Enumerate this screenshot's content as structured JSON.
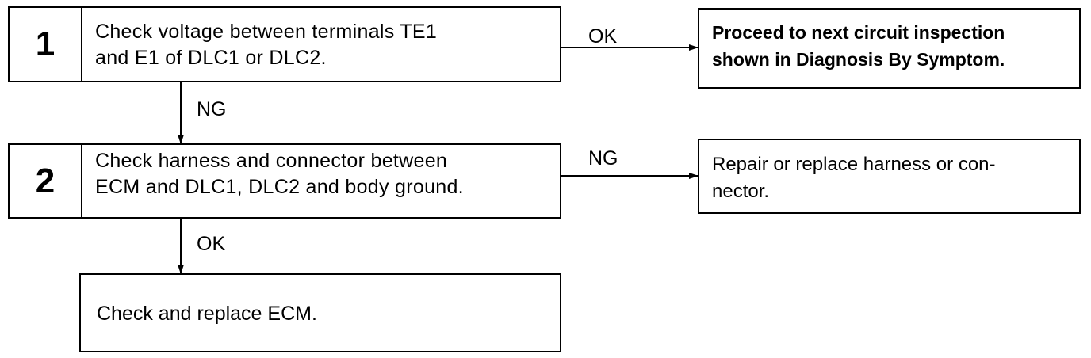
{
  "steps": [
    {
      "number": "1",
      "lines": [
        "Check voltage between terminals TE1",
        "and E1 of DLC1 or DLC2."
      ]
    },
    {
      "number": "2",
      "lines": [
        "Check harness and connector between",
        "ECM and DLC1, DLC2 and body ground."
      ]
    }
  ],
  "results": {
    "step1_ok": [
      "Proceed to next circuit inspection",
      "shown in Diagnosis By Symptom."
    ],
    "step2_ng": [
      "Repair or replace harness or con-",
      "nector."
    ],
    "final": "Check and replace ECM."
  },
  "labels": {
    "step1_right": "OK",
    "step1_down": "NG",
    "step2_right": "NG",
    "step2_down": "OK"
  }
}
